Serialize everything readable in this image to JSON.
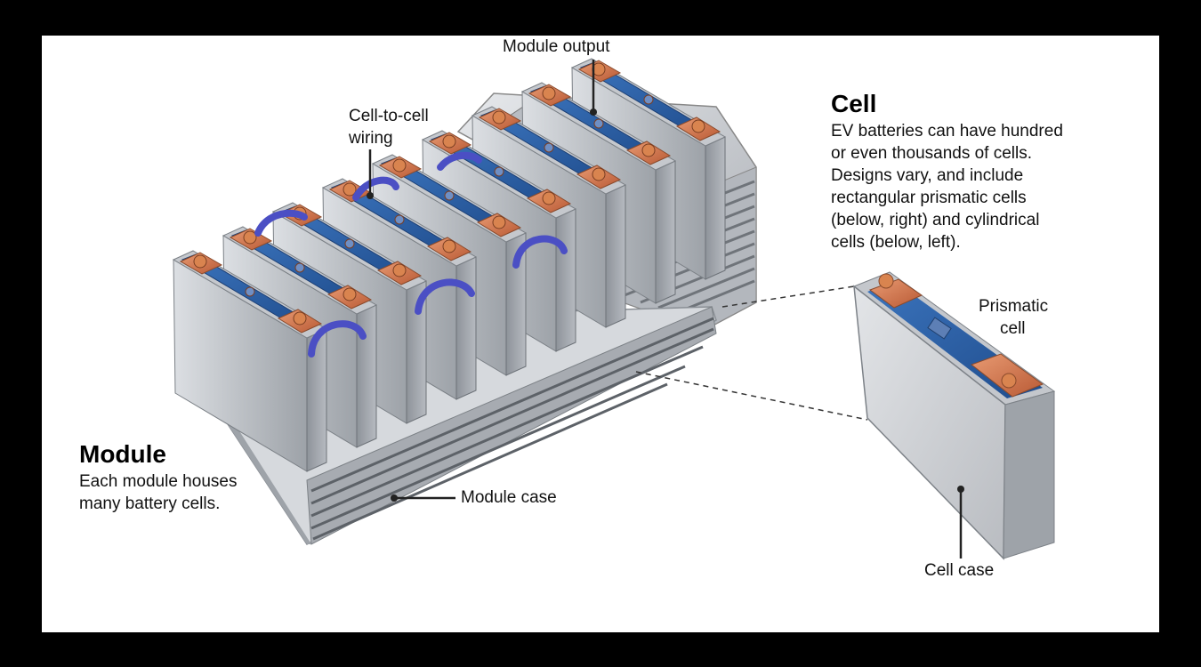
{
  "module": {
    "heading": "Module",
    "description_line1": "Each module houses",
    "description_line2": "many battery cells."
  },
  "cell": {
    "heading": "Cell",
    "description_lines": [
      "EV batteries can have hundred",
      "or even thousands of cells.",
      "Designs vary, and include",
      "rectangular prismatic cells",
      "(below, right) and cylindrical",
      "cells (below, left)."
    ]
  },
  "labels": {
    "module_output": "Module output",
    "wiring_line1": "Cell-to-cell",
    "wiring_line2": "wiring",
    "module_case": "Module case",
    "prismatic_line1": "Prismatic",
    "prismatic_line2": "cell",
    "cell_case": "Cell case"
  },
  "colors": {
    "background": "#000000",
    "panel": "#ffffff",
    "cell_blue": "#2d63a8",
    "terminal_copper": "#d2744a",
    "case_gray": "#c9ccd1",
    "leader": "#222222"
  }
}
